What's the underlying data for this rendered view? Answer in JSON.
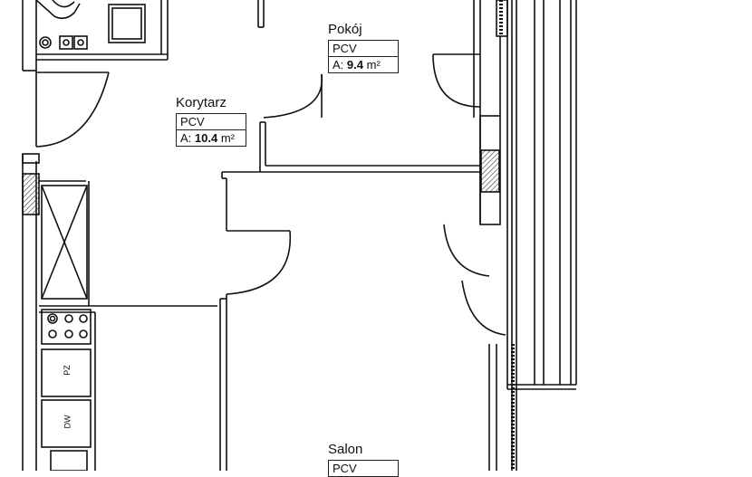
{
  "rooms": {
    "pokoj": {
      "name": "Pokój",
      "floor": "PCV",
      "area_prefix": "A:",
      "area_value": "9.4",
      "area_unit": "m²"
    },
    "korytarz": {
      "name": "Korytarz",
      "floor": "PCV",
      "area_prefix": "A:",
      "area_value": "10.4",
      "area_unit": "m²"
    },
    "salon": {
      "name": "Salon",
      "floor": "PCV"
    }
  },
  "appliances": {
    "fridge": "PZ",
    "dishwasher": "DW"
  },
  "colors": {
    "line": "#111111",
    "hatch": "#333333",
    "background": "#ffffff"
  },
  "icons": [
    "door-swing-icon",
    "stove-icon",
    "sink-icon",
    "wardrobe-icon"
  ]
}
